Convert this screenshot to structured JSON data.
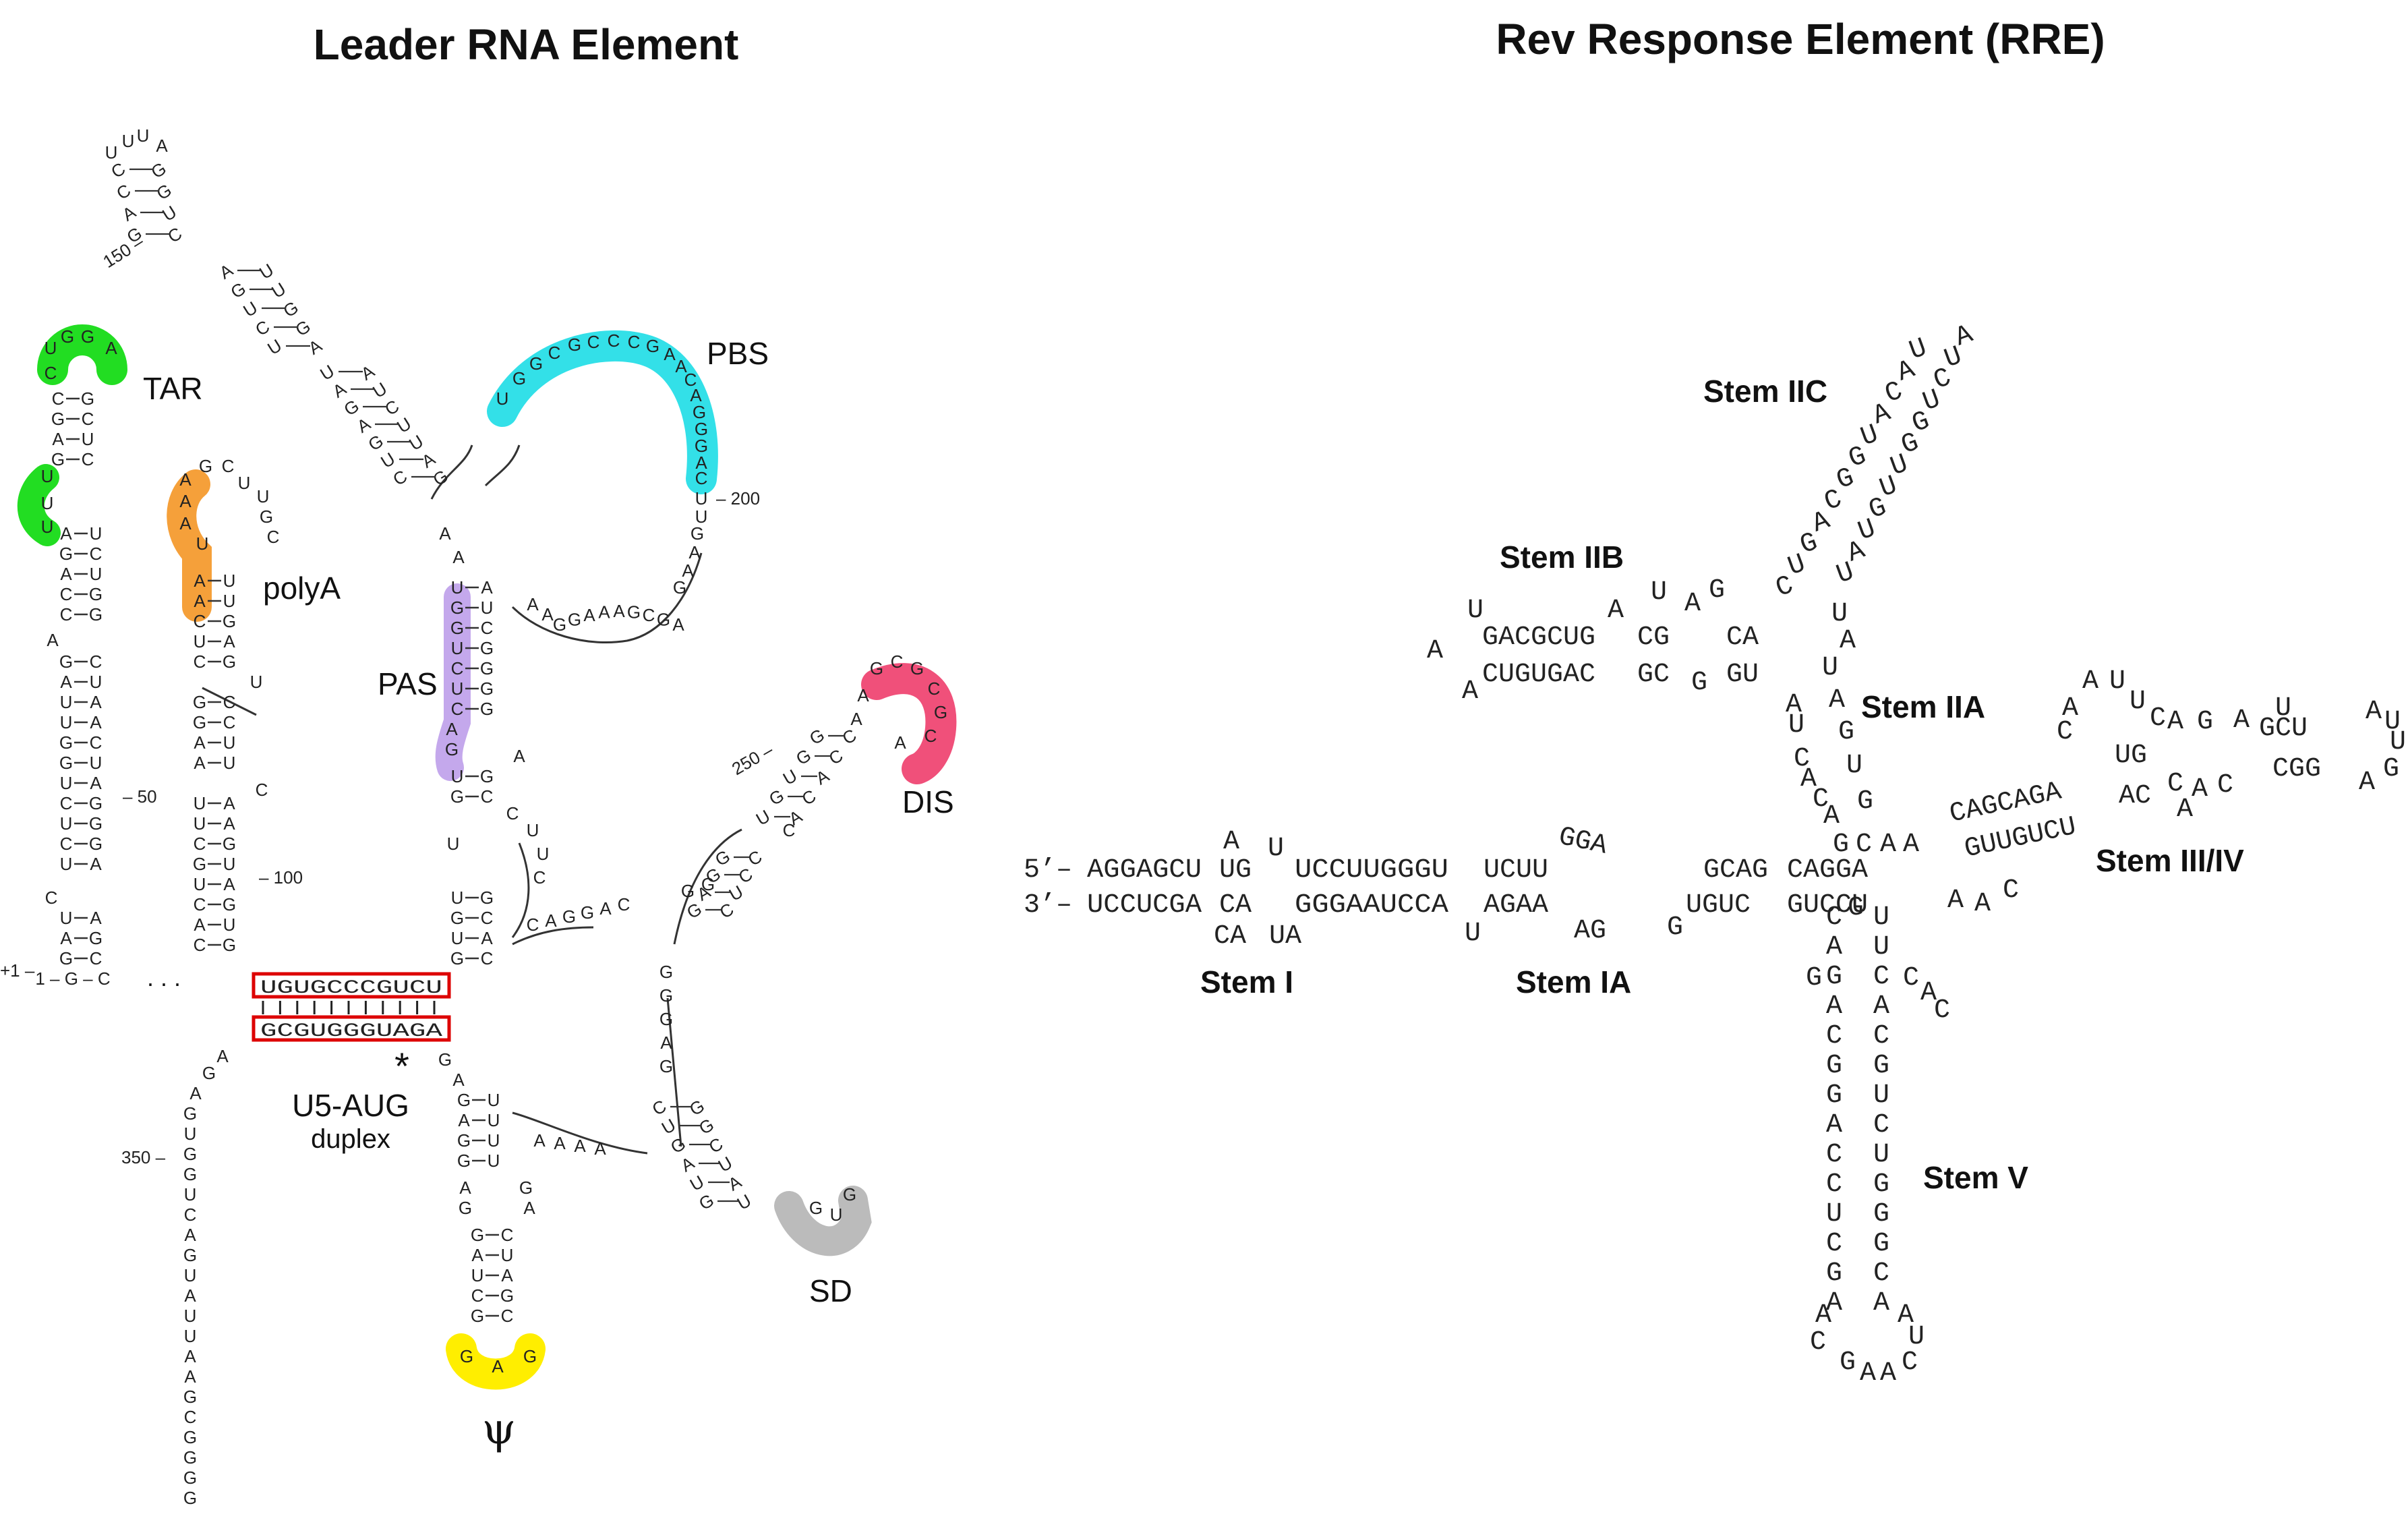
{
  "titles": {
    "leader": "Leader RNA Element",
    "rre": "Rev Response Element (RRE)"
  },
  "leader_labels": {
    "tar": "TAR",
    "polya": "polyA",
    "pbs": "PBS",
    "pas": "PAS",
    "dis": "DIS",
    "sd": "SD",
    "psi": "ψ",
    "u5aug": "U5-AUG",
    "duplex": "duplex",
    "star": "*",
    "ellipsis": ". . ."
  },
  "leader_numbers": {
    "n1": "+1 –",
    "n50": "– 50",
    "n100": "– 100",
    "n150": "150 –",
    "n200": "– 200",
    "n250": "250 –",
    "n350": "350 –"
  },
  "duplex_seq": {
    "top": "UGUGCCCGUCU",
    "bottom": "GCGUGGGUAGA"
  },
  "highlight_colors": {
    "tar": "#22dd22",
    "polya": "#f5a03a",
    "pbs": "#33e0e8",
    "pas": "#c4a8ec",
    "dis": "#f0507a",
    "sd": "#bbbbbb",
    "psi": "#ffee00",
    "duplex_box": "#dd0000"
  },
  "rre_labels": {
    "stem1": "Stem I",
    "stem1a": "Stem IA",
    "stem2a": "Stem IIA",
    "stem2b": "Stem IIB",
    "stem2c": "Stem IIC",
    "stem34": "Stem III/IV",
    "stem5": "Stem V"
  },
  "rre_seq": {
    "five": "5’–",
    "three": "3’–",
    "top_a": "AGGAGCU",
    "top_b": "UG",
    "top_c": "UCCUUGGGU",
    "top_d": "UCUU",
    "top_e": "GCAG",
    "top_f": "CAGGA",
    "bot_a": "UCCUCGA",
    "bot_b": "CA",
    "bot_c": "GGGAAUCCA",
    "bot_d": "AGAA",
    "bot_e": "UGUC",
    "bot_f": "GUCCU",
    "bulge_top1": "A",
    "bulge_top2": "U",
    "bulge_bot1": "CA",
    "bulge_bot2": "UA",
    "iia_u": "U",
    "iia_gga": "GGA",
    "iia_g": "G",
    "iia_ag": "AG",
    "iib_top": "GACGCUG",
    "iib_top2": "CG",
    "iib_top3": "CA",
    "iib_bot": "CUGUGAC",
    "iib_bot2": "GC",
    "iib_bot3": "GU",
    "iv_top1": "CAGCAGA",
    "iv_bot1": "GUUGUCU",
    "iv_top2": "UG",
    "iv_bot2": "AC",
    "iv_top3": "GCU",
    "iv_bot3": "CGG"
  }
}
